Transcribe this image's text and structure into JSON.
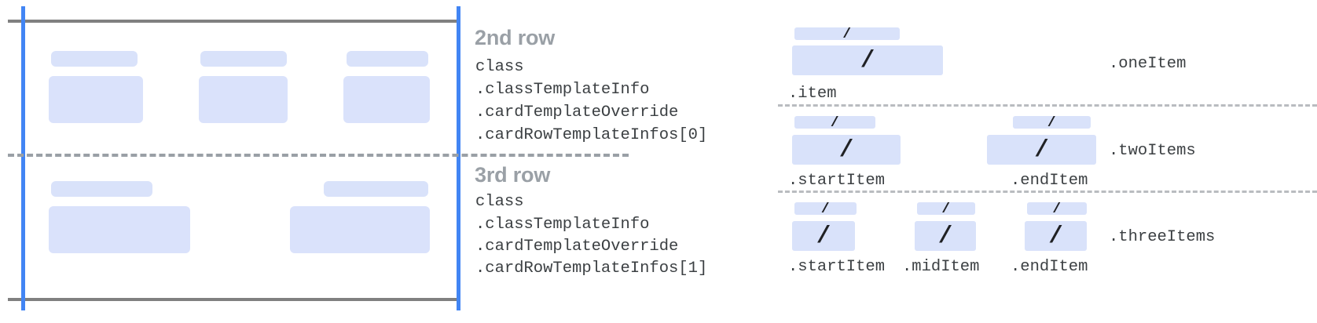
{
  "left_diagram": {
    "name": "card-row-template-preview",
    "rules": {
      "top_line_color": "#808080",
      "bottom_line_color": "#808080",
      "vertical_guide_color": "#4285f4",
      "divider_color": "#9aa0a6"
    },
    "rows": [
      {
        "name": "2nd-row-preview",
        "cards": [
          {
            "label_placeholder": "",
            "value_placeholder": ""
          },
          {
            "label_placeholder": "",
            "value_placeholder": ""
          },
          {
            "label_placeholder": "",
            "value_placeholder": ""
          }
        ]
      },
      {
        "name": "3rd-row-preview",
        "cards": [
          {
            "label_placeholder": "",
            "value_placeholder": ""
          },
          {
            "label_placeholder": "",
            "value_placeholder": ""
          }
        ]
      }
    ]
  },
  "annotations": [
    {
      "title": "2nd row",
      "code_lines": [
        "class",
        ".classTemplateInfo",
        ".cardTemplateOverride",
        ".cardRowTemplateInfos[0]"
      ]
    },
    {
      "title": "3rd row",
      "code_lines": [
        "class",
        ".classTemplateInfo",
        ".cardTemplateOverride",
        ".cardRowTemplateInfos[1]"
      ]
    }
  ],
  "layouts": {
    "slash_glyph": "/",
    "bands": [
      {
        "name": "one-item",
        "type_label": ".oneItem",
        "slots": [
          {
            "label": ".item",
            "glyph": "/"
          }
        ]
      },
      {
        "name": "two-items",
        "type_label": ".twoItems",
        "slots": [
          {
            "label": ".startItem",
            "glyph": "/"
          },
          {
            "label": ".endItem",
            "glyph": "/"
          }
        ]
      },
      {
        "name": "three-items",
        "type_label": ".threeItems",
        "slots": [
          {
            "label": ".startItem",
            "glyph": "/"
          },
          {
            "label": ".midItem",
            "glyph": "/"
          },
          {
            "label": ".endItem",
            "glyph": "/"
          }
        ]
      }
    ]
  },
  "colors": {
    "placeholder_fill": "#d9e2fa",
    "guide_blue": "#4285f4",
    "rule_gray": "#808080",
    "title_gray": "#9aa0a6",
    "code_text": "#3c4043"
  }
}
